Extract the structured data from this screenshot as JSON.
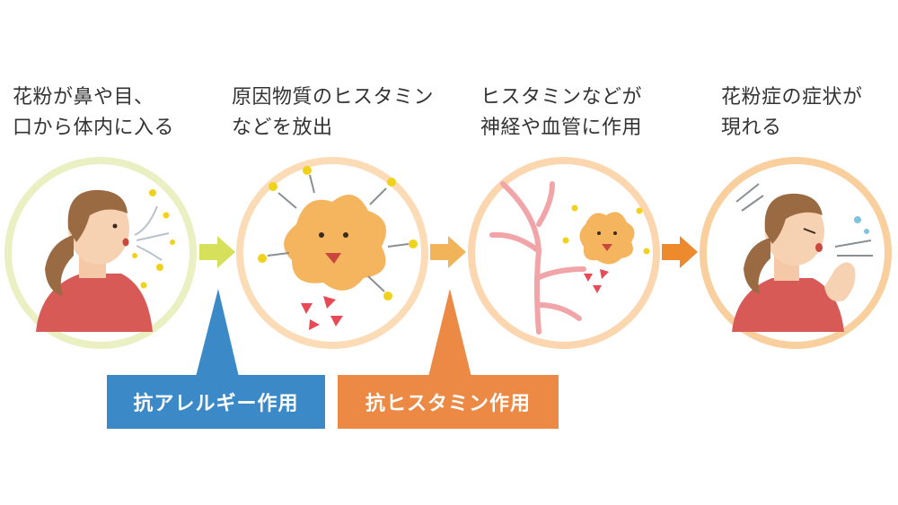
{
  "steps": [
    {
      "label": "花粉が鼻や目、\n口から体内に入る",
      "ring_color": "#eaf0c2"
    },
    {
      "label": "原因物質のヒスタミン\nなどを放出",
      "ring_color": "#fbdcb6"
    },
    {
      "label": "ヒスタミンなどが\n神経や血管に作用",
      "ring_color": "#fbd6ae"
    },
    {
      "label": "花粉症の症状が\n現れる",
      "ring_color": "#f9cf9d"
    }
  ],
  "callouts": {
    "antiallergy": {
      "label": "抗アレルギー作用",
      "color": "#3b8ac7"
    },
    "antihistamine": {
      "label": "抗ヒスタミン作用",
      "color": "#ec8945"
    }
  },
  "arrows": [
    "#d7e05a",
    "#f2b458",
    "#ec8a2d"
  ],
  "icons": [
    "person-inhaling-pollen-illustration",
    "histamine-cell-illustration",
    "blood-vessel-histamine-illustration",
    "person-sneezing-illustration"
  ]
}
